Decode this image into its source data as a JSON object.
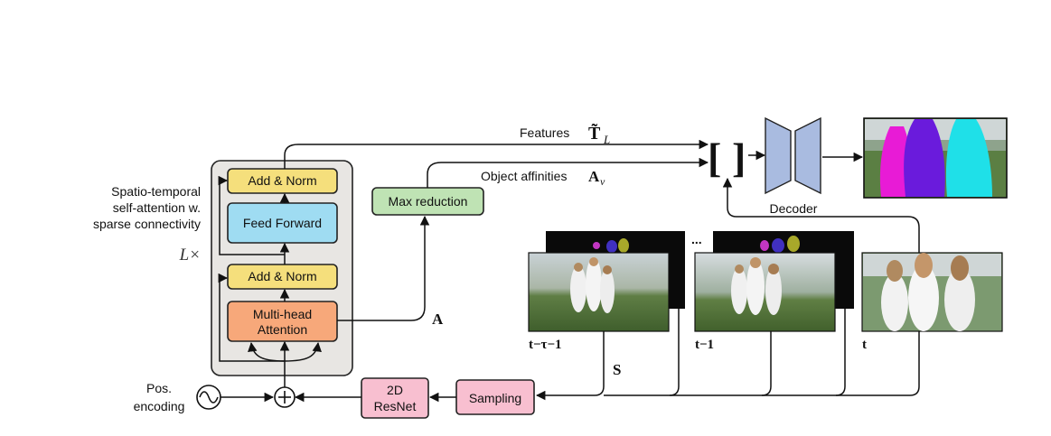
{
  "transformer": {
    "side_label_1": "Spatio-temporal",
    "side_label_2": "self-attention w.",
    "side_label_3": "sparse connectivity",
    "repeat_label": "L×",
    "add_norm_top": "Add & Norm",
    "feed_forward": "Feed Forward",
    "add_norm_bottom": "Add & Norm",
    "mha_line1": "Multi-head",
    "mha_line2": "Attention"
  },
  "max_reduction": "Max reduction",
  "attention_symbol": "A",
  "features_label": "Features",
  "features_symbol": "T̃",
  "features_sub": "L",
  "affinities_label": "Object affinities",
  "affinities_symbol": "A",
  "affinities_sub": "v",
  "concat_open": "[",
  "concat_close": "]",
  "decoder_label": "Decoder",
  "pos_encoding_1": "Pos.",
  "pos_encoding_2": "encoding",
  "resnet_1": "2D",
  "resnet_2": "ResNet",
  "sampling": "Sampling",
  "samples_symbol": "S",
  "frames": {
    "f1_label": "t−τ−1",
    "f2_label": "t−1",
    "f3_label": "t",
    "ellipsis": "..."
  },
  "colors": {
    "add_norm": "#f5df7c",
    "feed_forward": "#9fdcf2",
    "mha": "#f7a87a",
    "container": "#e8e6e3",
    "max_reduction": "#bfe3b4",
    "pink_box": "#f8bfd0",
    "decoder": "#a9bbe0",
    "seg_magenta": "#e81bd6",
    "seg_purple": "#6a1bdc",
    "seg_cyan": "#1fe0e8"
  }
}
